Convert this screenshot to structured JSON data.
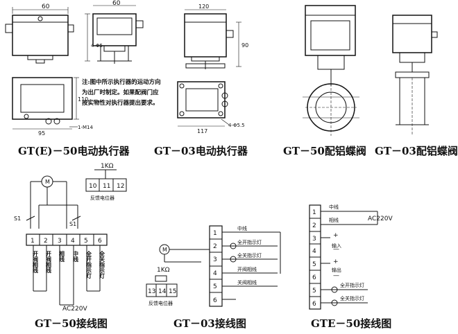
{
  "captions": {
    "gt_e_50": "GT(E)－50电动执行器",
    "gt_03": "GT－03电动执行器",
    "gt_50_valve": "GT－50配铝蝶阀",
    "gt_03_valve": "GT－03配铝蝶阀",
    "gt_50_wiring": "GT－50接线图",
    "gt_03_wiring": "GT－03接线图",
    "gte_50_wiring": "GTE－50接线图"
  },
  "note_lines": [
    "注:图中所示执行器的运动方向",
    "为出厂时制定。如果配阀门应",
    "按实物性对执行器提出要求。"
  ],
  "dims": {
    "d60": "60",
    "d95": "95",
    "d110": "110",
    "d120": "120",
    "d90": "90",
    "d117": "117",
    "d_4phi5": "4-Φ5",
    "d_4phi5_b": "4-Φ5.5",
    "d_1m14": "1-M14"
  },
  "gt50_wiring": {
    "potentiometer": "1KΩ",
    "pot_terminals": [
      "10",
      "11",
      "12"
    ],
    "pot_label": "反馈电位器",
    "motor": "M",
    "switch_labels": [
      "S1",
      "S1"
    ],
    "terminals": [
      "1",
      "2",
      "3",
      "4",
      "5",
      "6"
    ],
    "wire_labels": [
      "开阀相线",
      "开阀相线",
      "相线",
      "中线",
      "全开指示灯",
      "全关指示灯"
    ],
    "supply": "AC220V"
  },
  "gt03_wiring": {
    "potentiometer": "1KΩ",
    "pot_terminals": [
      "13",
      "14",
      "15"
    ],
    "pot_label": "反馈电位器",
    "motor": "M",
    "terminals": [
      "1",
      "2",
      "3",
      "4",
      "5",
      "6"
    ],
    "wire_labels": [
      "中线",
      "全开指示灯",
      "全关指示灯",
      "开阀相线",
      "关阀相线"
    ]
  },
  "gte50_wiring": {
    "terminals": [
      "1",
      "2",
      "3",
      "4",
      "5",
      "6",
      "5",
      "6"
    ],
    "labels": [
      "中线",
      "相线",
      "输入",
      "输出",
      "全开指示灯",
      "全关指示灯"
    ],
    "supply": "AC220V",
    "plus": "+",
    "minus": "—"
  }
}
